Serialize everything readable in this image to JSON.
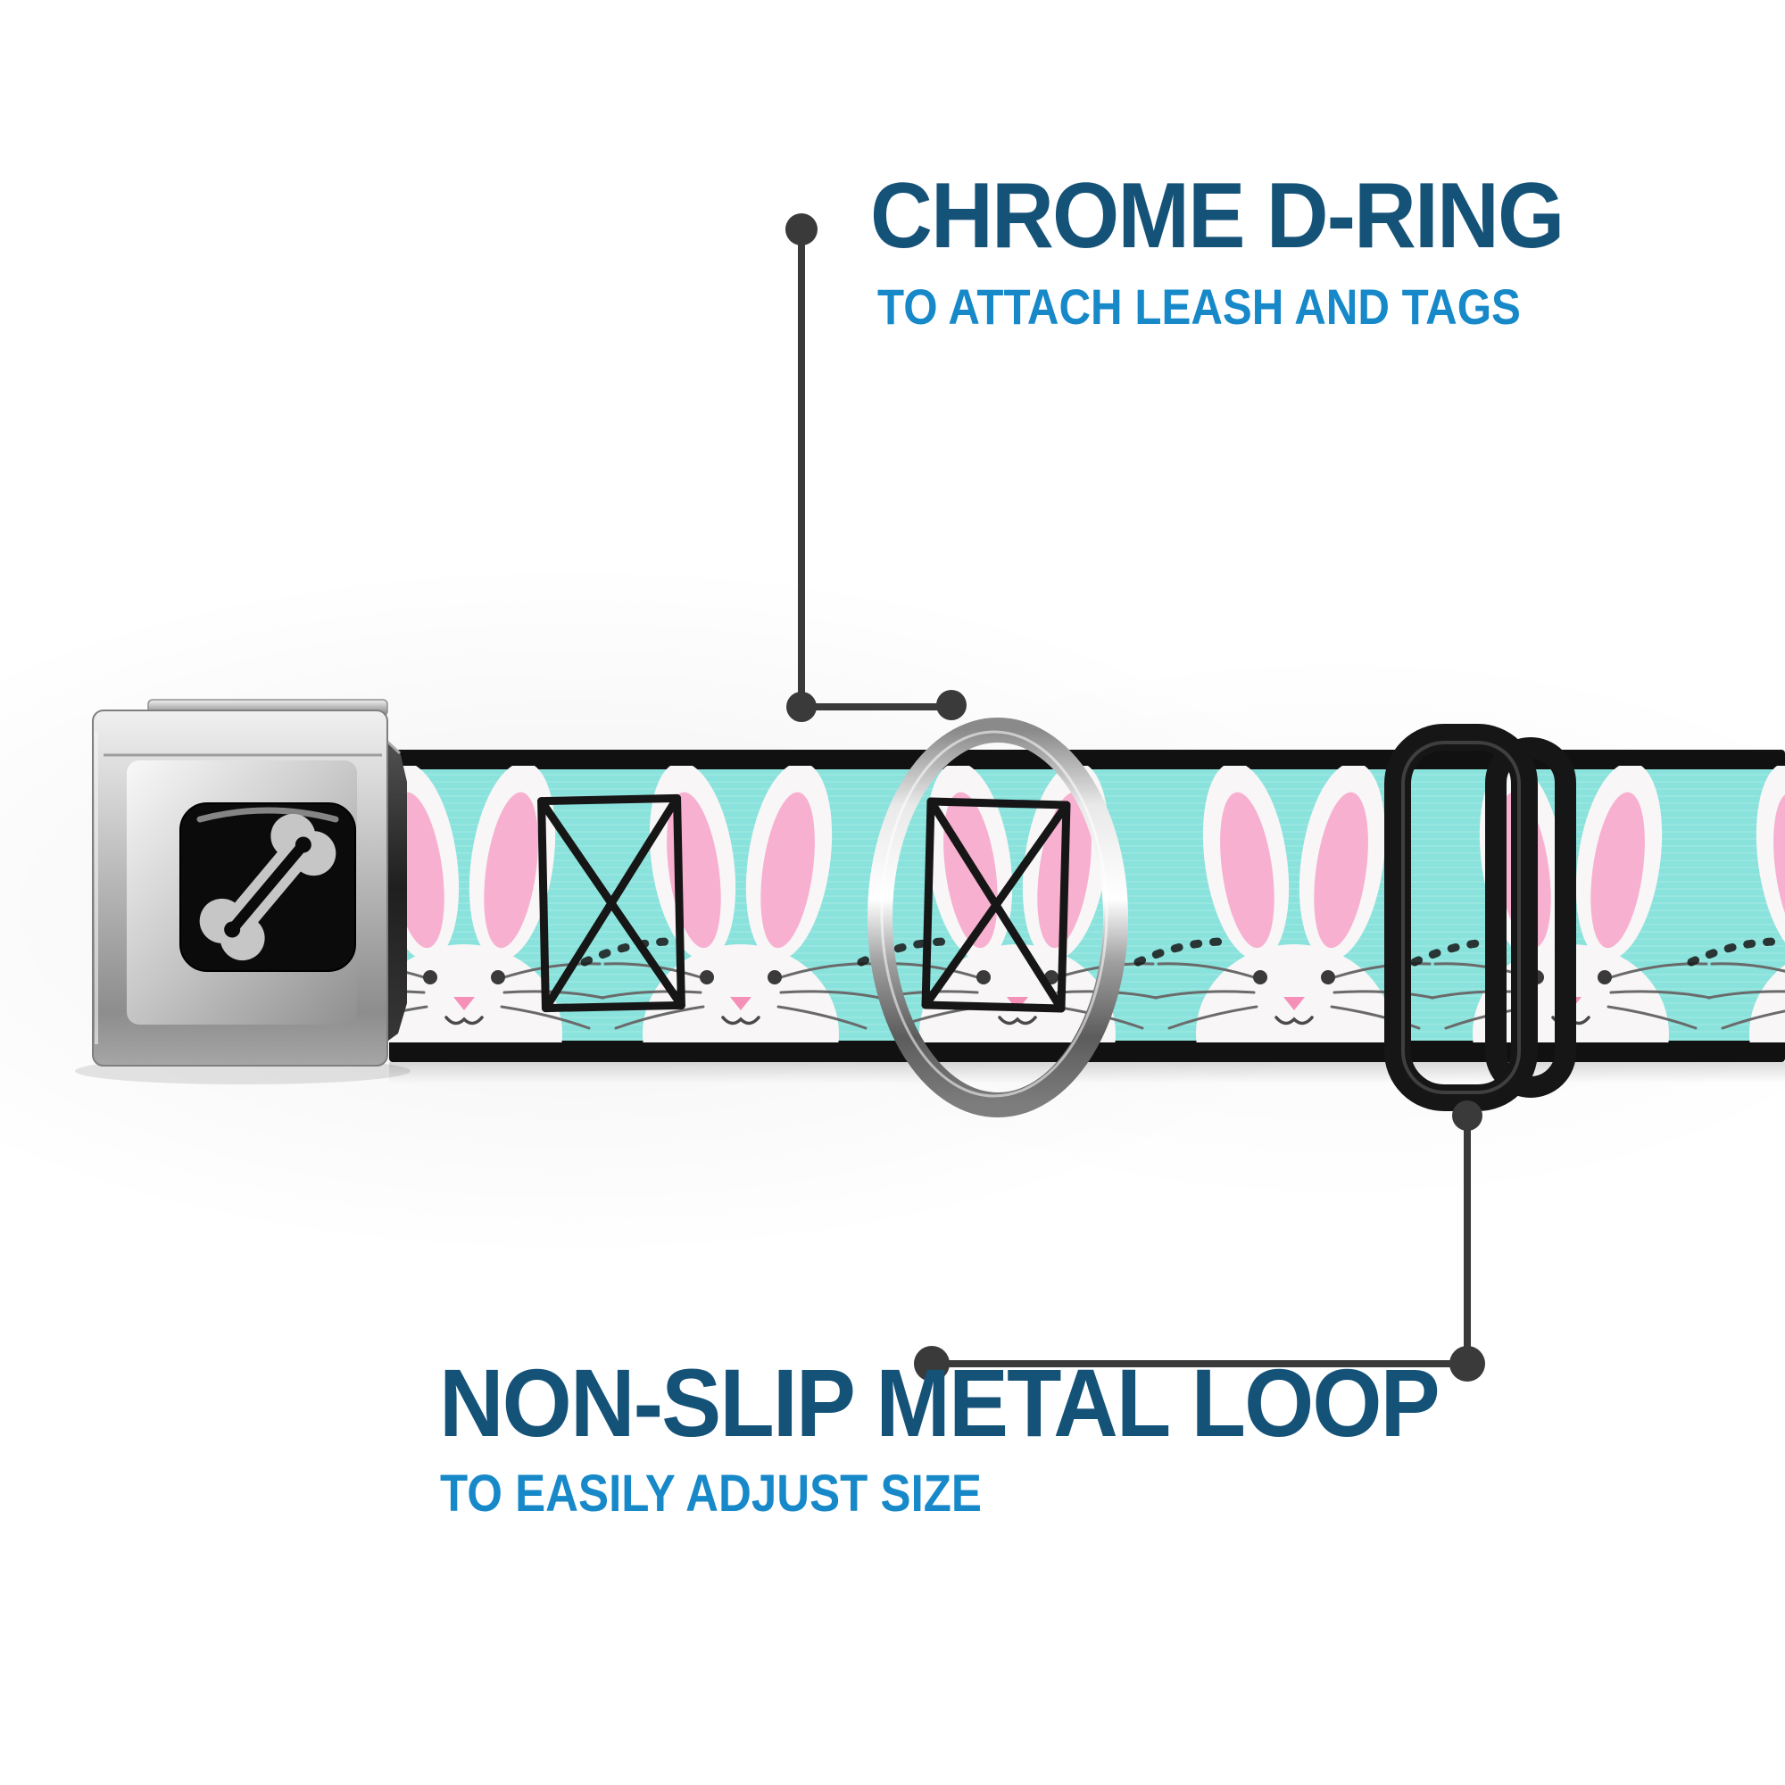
{
  "page": {
    "background": "#ffffff"
  },
  "colors": {
    "headline_blue": "#155278",
    "subtitle_blue": "#1789c9",
    "callout_gray": "#3a3a3a",
    "strap_aqua": "#8ae2dc",
    "strap_edge_black": "#111111",
    "bunny_white": "#f8f6f6",
    "ear_pink": "#f8b0d0",
    "nose_pink": "#f590b8",
    "hardware_black": "#161616",
    "buckle_silver": "#bdbdbd",
    "logo_gray": "#c6c6c6",
    "logo_plate_black": "#0b0b0b"
  },
  "callouts": {
    "d_ring": {
      "title": "CHROME D-RING",
      "subtitle": "TO ATTACH LEASH AND TAGS"
    },
    "metal_loop": {
      "title": "NON-SLIP METAL LOOP",
      "subtitle": "TO EASILY ADJUST SIZE"
    }
  },
  "product": {
    "icons": {
      "buckle": "seatbelt-buckle",
      "logo": "dog-bone-icon",
      "ring": "chrome-d-ring",
      "slider": "metal-loop-slider",
      "strap": "bunny-pattern-strap"
    }
  }
}
